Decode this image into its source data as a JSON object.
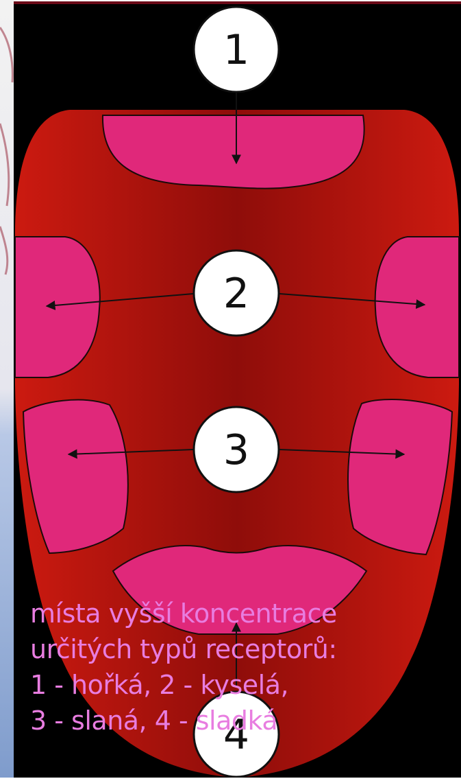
{
  "diagram": {
    "markers": [
      {
        "id": "1",
        "label": "1"
      },
      {
        "id": "2",
        "label": "2"
      },
      {
        "id": "3",
        "label": "3"
      },
      {
        "id": "4",
        "label": "4"
      }
    ],
    "caption_lines": [
      "místa vyšší koncentrace",
      "určitých typů receptorů:",
      "1 - hořká, 2 - kyselá,",
      "3 - slaná, 4 - sladká"
    ]
  },
  "colors": {
    "background": "#000000",
    "tongue_edge": "#cc1a10",
    "tongue_center": "#8f0d0a",
    "receptor_zone": "#e0287a",
    "caption_text": "#e87de0",
    "slide_left_top": "#f2f2f2",
    "slide_left_bottom": "#9cb3d8"
  }
}
